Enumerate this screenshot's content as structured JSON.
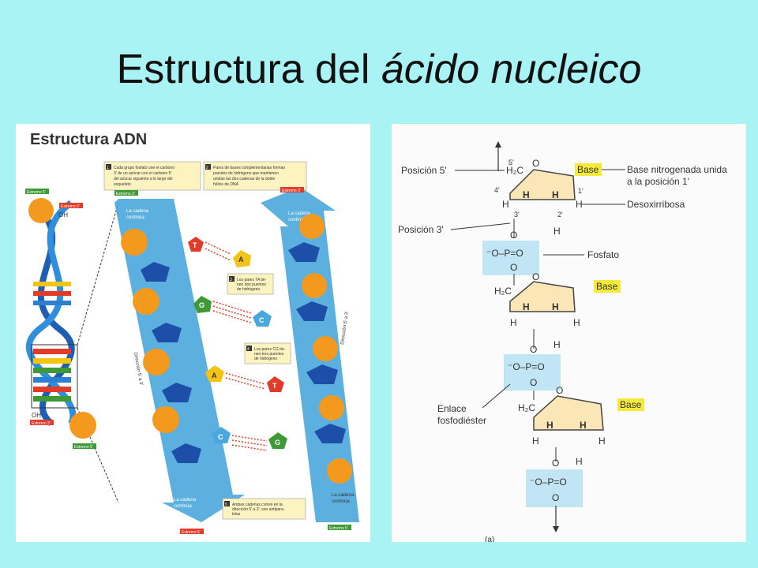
{
  "slide": {
    "title_plain": "Estructura del",
    "title_italic": "ácido nucleico"
  },
  "left_figure": {
    "heading": "Estructura ADN",
    "end_labels": {
      "top_left": "Extremo 5'",
      "top_left2": "Extremo 3'",
      "top_mid": "Extremo 3'",
      "top_right": "Extremo 3'",
      "bottom_left": "Extremo 3'",
      "bottom_right": "Extremo 5'",
      "bottom_mid": "Extremo 5'",
      "bottom_left2": "Extremo 5'"
    },
    "oh": "OH",
    "callouts": [
      {
        "num": "1",
        "text": [
          "Cada grupo fosfato une el carbono",
          "3' de un azúcar con el carbono 5'",
          "del azúcar siguiente a lo largo del",
          "esqueleto"
        ]
      },
      {
        "num": "2",
        "text": [
          "Pares de bases complementarias forman",
          "puentes de hidrógeno que mantienen",
          "unidas las dos cadenas de la doble",
          "hélice de DNA"
        ]
      },
      {
        "num": "3",
        "text": [
          "Los pares TA tie-",
          "nen dos puentes",
          "de hidrógeno"
        ]
      },
      {
        "num": "4",
        "text": [
          "Los pares CG tie-",
          "nen tres puentes",
          "de hidrógeno"
        ]
      },
      {
        "num": "5",
        "text": [
          "Ambas cadenas corren en la",
          "dirección 5' a 3'; son antipara-",
          "lelas"
        ]
      }
    ],
    "strand_labels": {
      "left_top": [
        "La cadena",
        "continúa"
      ],
      "right_top": [
        "La cadena",
        "continúa"
      ],
      "left_bottom": [
        "La cadena",
        "continúa"
      ],
      "right_bottom": [
        "La cadena",
        "continúa"
      ],
      "dir_left": "Dirección 5' a 3'",
      "dir_right": "Dirección 5' a 3'"
    },
    "bases": [
      "T",
      "A",
      "G",
      "C",
      "A",
      "T",
      "C",
      "G"
    ]
  },
  "right_figure": {
    "pos5": "Posición 5'",
    "pos3": "Posición 3'",
    "base": "Base",
    "base_desc": [
      "Base nitrogenada unida",
      "a la posición 1'"
    ],
    "deoxy": "Desoxirribosa",
    "fosfato": "Fosfato",
    "enlace": [
      "Enlace",
      "fosfodiéster"
    ],
    "phosphate": "⁻O–P=O",
    "o": "O",
    "h": "H",
    "h2c": "H₂C",
    "carbon_labels": [
      "5'",
      "4'",
      "1'",
      "3'",
      "2'"
    ],
    "caption": "(a)"
  }
}
